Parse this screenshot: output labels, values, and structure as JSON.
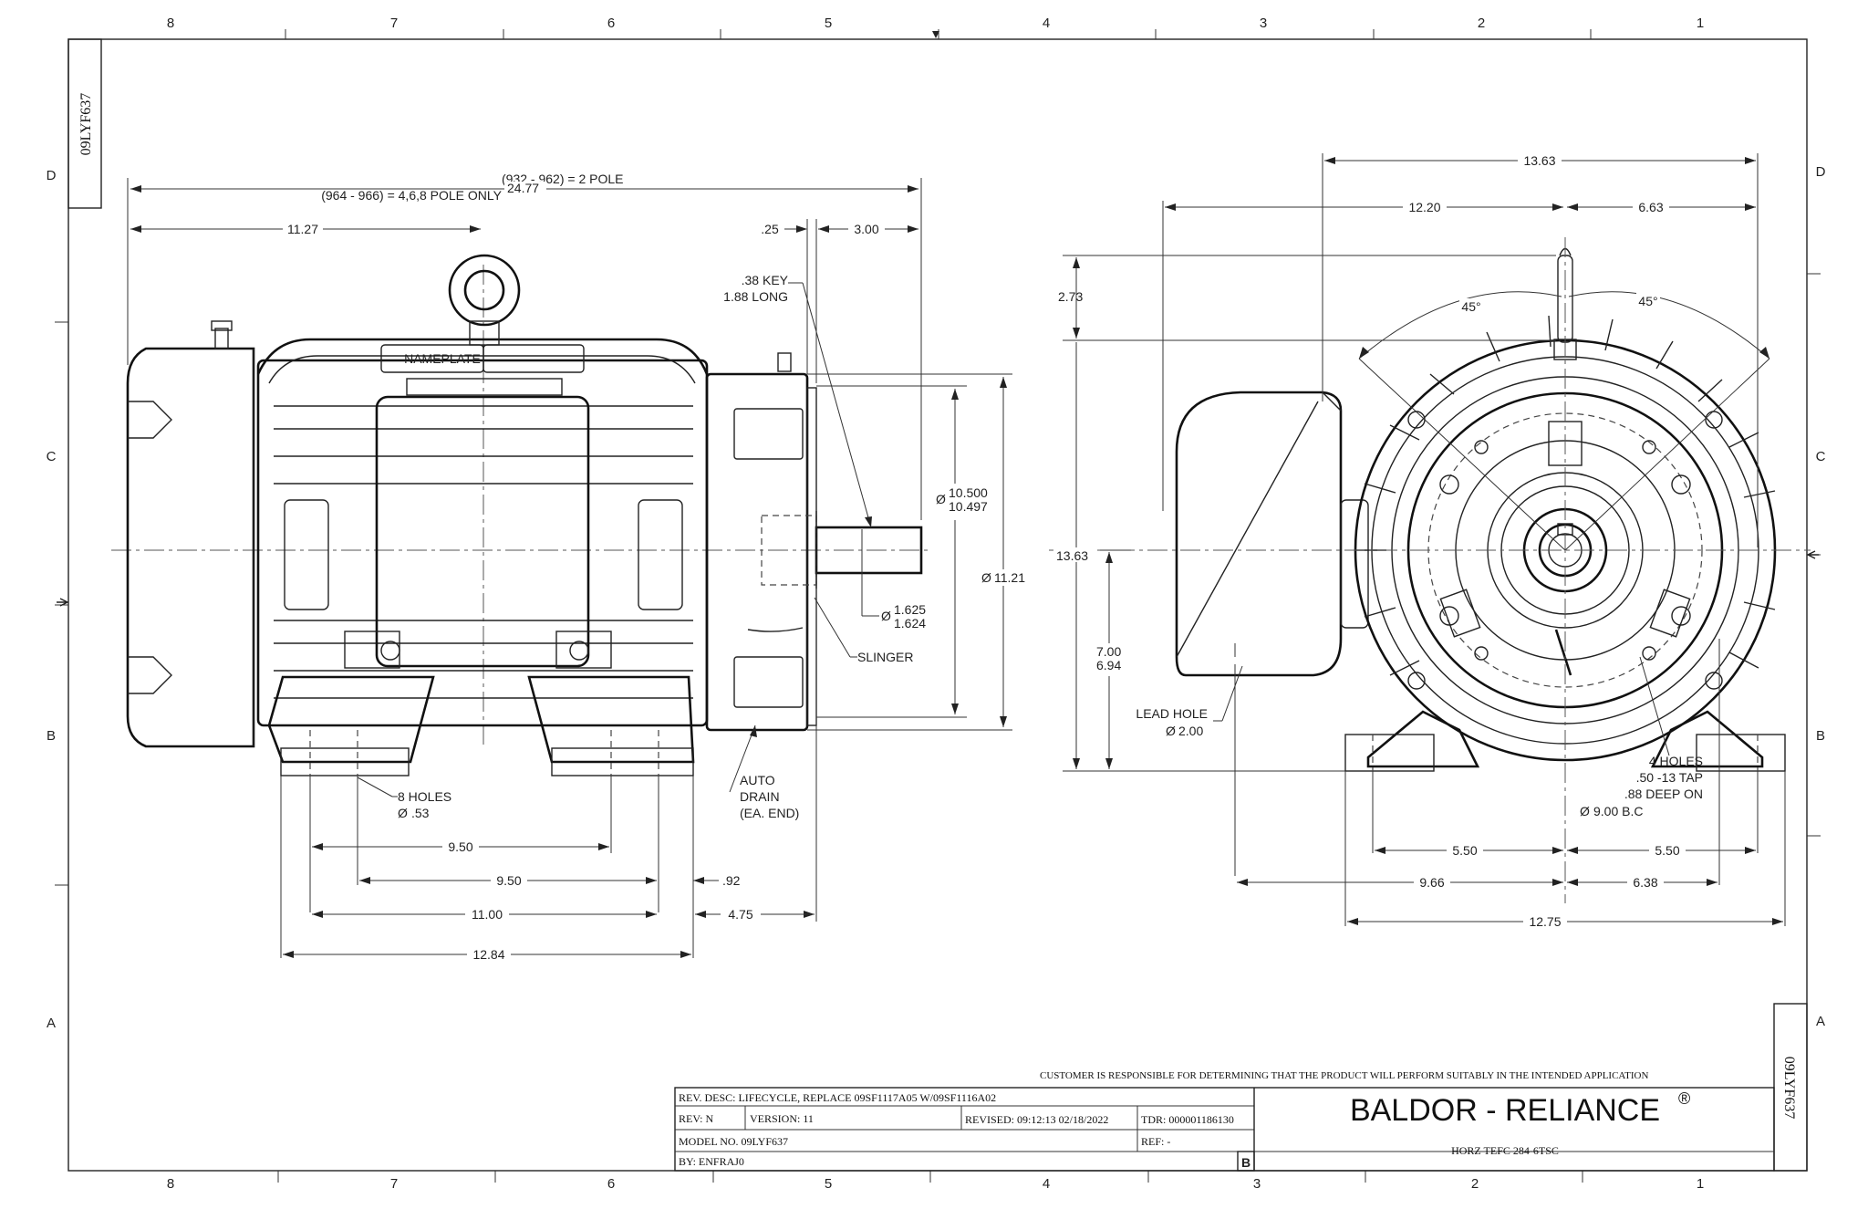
{
  "drawing_number": "09LYF637",
  "zones": {
    "columns": [
      "8",
      "7",
      "6",
      "5",
      "4",
      "3",
      "2",
      "1"
    ],
    "rows": [
      "D",
      "C",
      "B",
      "A"
    ]
  },
  "side_view": {
    "pole_line_1": "(932 - 962) = 2 POLE",
    "pole_line_2": "(964 - 966) = 4,6,8 POLE ONLY",
    "overall_length": "24.77",
    "length_to_center": "11.27",
    "offset_25": ".25",
    "shaft_extension": "3.00",
    "key_line_1": ".38 KEY",
    "key_line_2": "1.88 LONG",
    "nameplate": "NAMEPLATE",
    "pilot_dia_1": "10.500",
    "pilot_dia_2": "10.497",
    "frame_dia": "11.21",
    "shaft_dia_1": "1.625",
    "shaft_dia_2": "1.624",
    "slinger": "SLINGER",
    "holes_line_1": "8 HOLES",
    "holes_line_2": ".53",
    "drain_line_1": "AUTO",
    "drain_line_2": "DRAIN",
    "drain_line_3": "(EA. END)",
    "dim_950_a": "9.50",
    "dim_950_b": "9.50",
    "dim_092": ".92",
    "dim_1100": "11.00",
    "dim_475": "4.75",
    "dim_1284": "12.84"
  },
  "end_view": {
    "overall_width": "13.63",
    "width_left": "12.20",
    "width_right": "6.63",
    "dim_273": "2.73",
    "angle_left": "45°",
    "angle_right": "45°",
    "overall_height": "13.63",
    "shaft_height_1": "7.00",
    "shaft_height_2": "6.94",
    "lead_hole_line_1": "LEAD HOLE",
    "lead_hole_line_2": "2.00",
    "tap_line_1": "4 HOLES",
    "tap_line_2": ".50 -13 TAP",
    "tap_line_3": ".88 DEEP ON",
    "tap_line_4": "9.00 B.C",
    "dim_550_left": "5.50",
    "dim_550_right": "5.50",
    "dim_966": "9.66",
    "dim_638": "6.38",
    "dim_1275": "12.75"
  },
  "title_block": {
    "customer_note": "CUSTOMER IS RESPONSIBLE FOR DETERMINING THAT THE PRODUCT WILL PERFORM SUITABLY IN THE INTENDED APPLICATION",
    "rev_desc": "REV. DESC: LIFECYCLE, REPLACE 09SF1117A05 W/09SF1116A02",
    "rev": "REV:  N",
    "version": "VERSION:  11",
    "revised": "REVISED:  09:12:13 02/18/2022",
    "tdr": "TDR: 000001186130",
    "model_no": "MODEL NO.  09LYF637",
    "ref": "REF:  -",
    "by": "BY: ENFRAJ0",
    "sheet_size": "B",
    "company": "BALDOR - RELIANCE",
    "registered": "®",
    "description": "HORZ TEFC 284-6TSC"
  },
  "symbols": {
    "diameter": "Ø"
  },
  "colors": {
    "ink": "#222222",
    "paper": "#ffffff"
  }
}
